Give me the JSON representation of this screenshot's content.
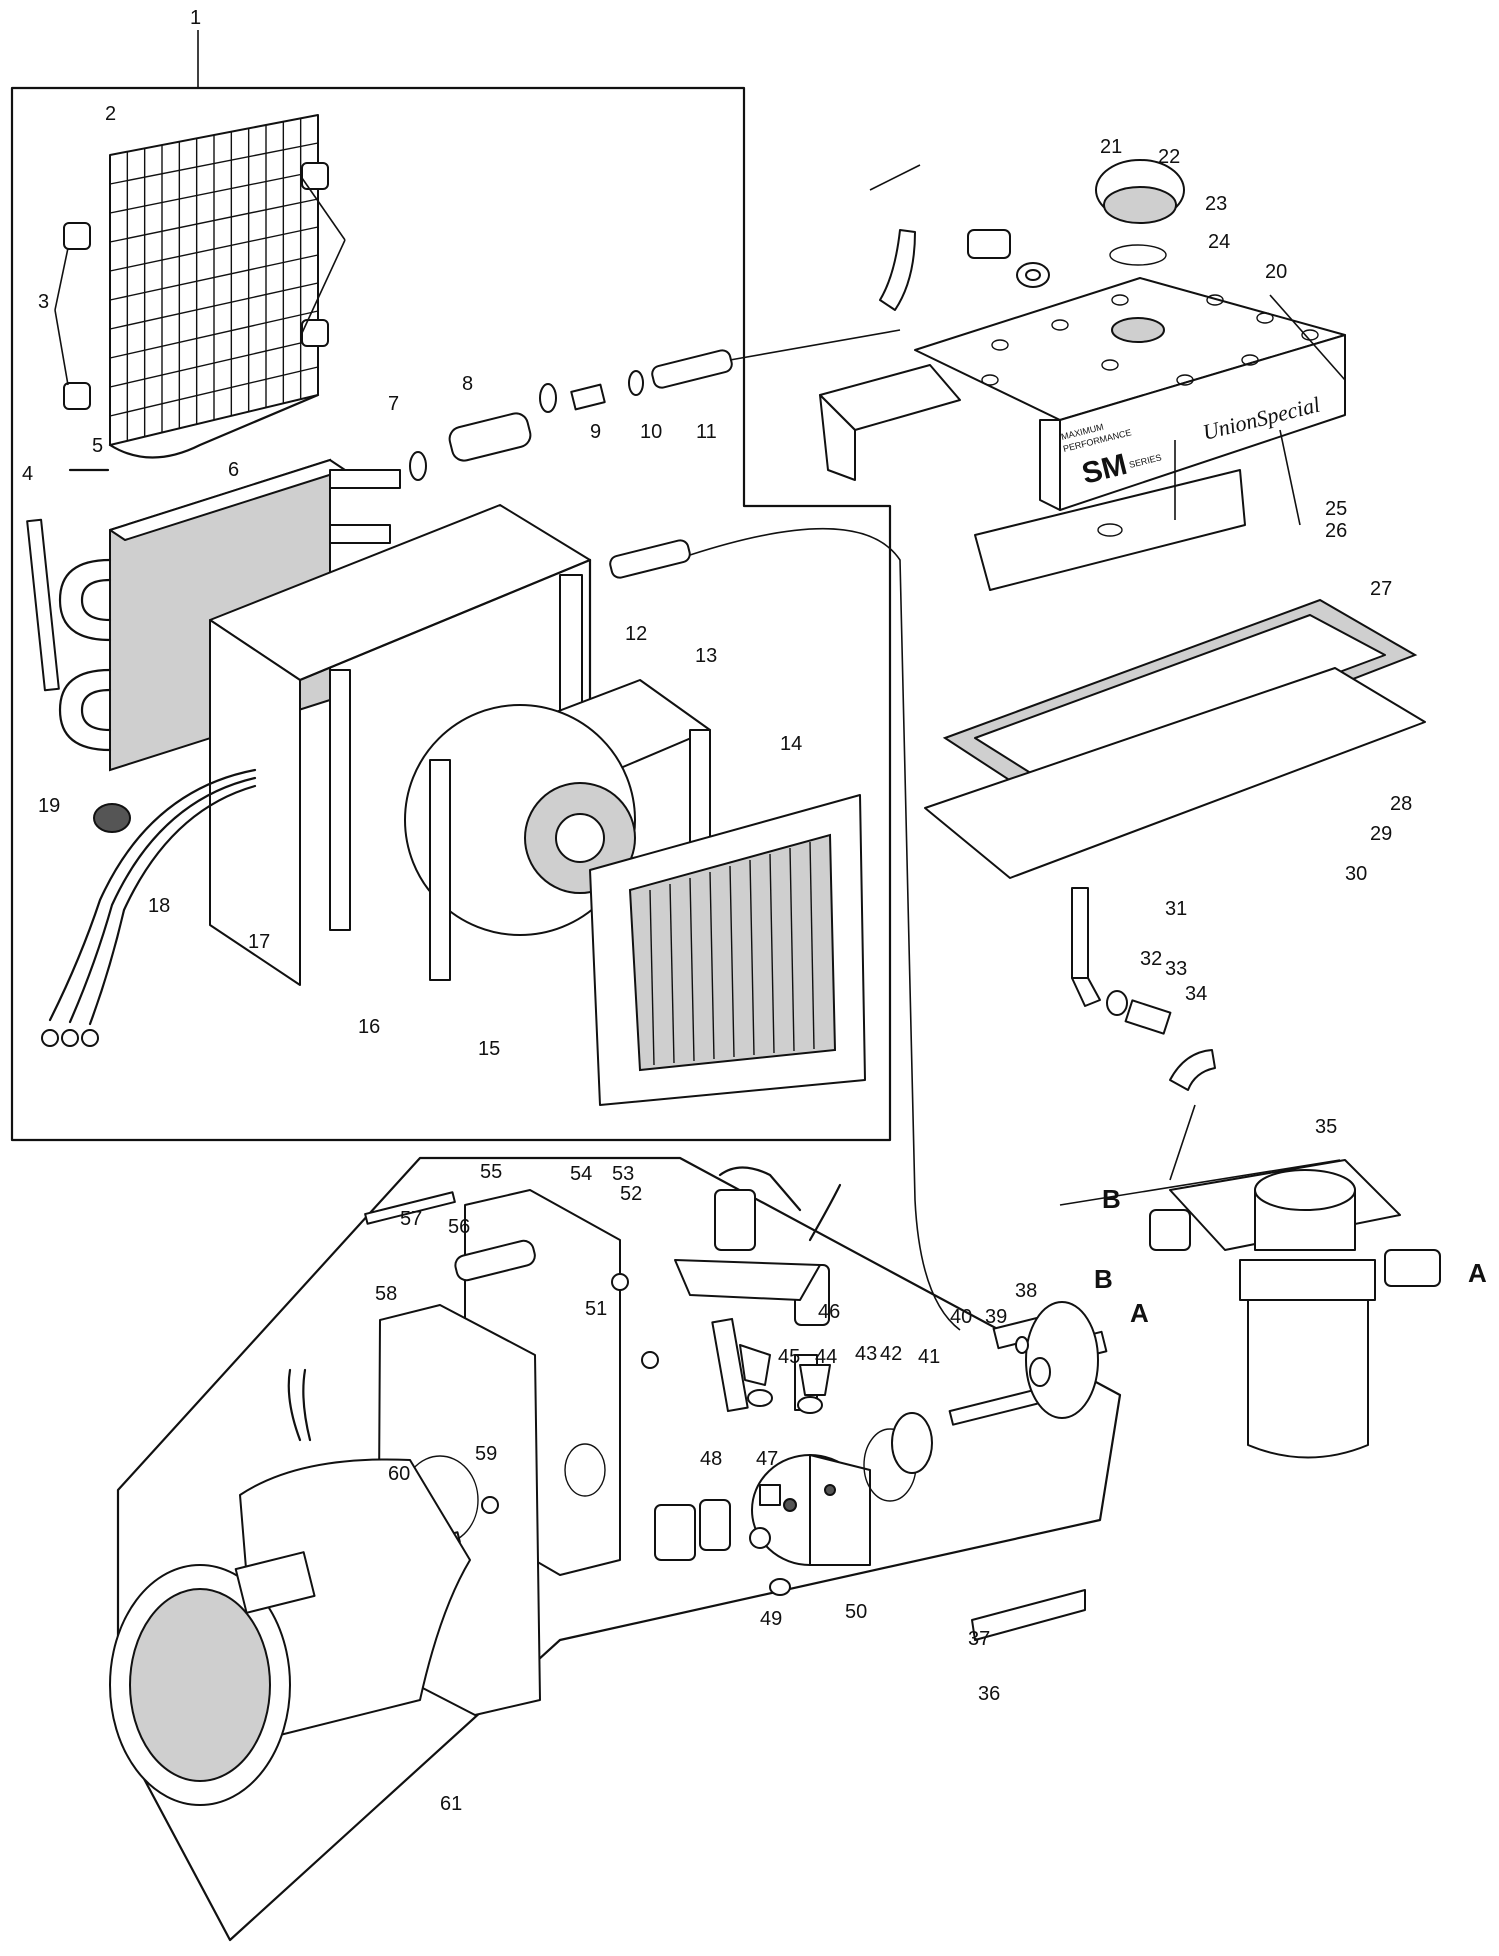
{
  "brand_text": "UnionSpecial",
  "nameplate_lines": [
    "MAXIMUM",
    "PERFORMANCE"
  ],
  "nameplate_series": "SM",
  "nameplate_series_word": "SERIES",
  "connection_letters": {
    "a": "A",
    "b": "B"
  },
  "callout_numbers": [
    "1",
    "2",
    "3",
    "4",
    "5",
    "6",
    "7",
    "8",
    "9",
    "10",
    "11",
    "12",
    "13",
    "14",
    "15",
    "16",
    "17",
    "18",
    "19",
    "20",
    "21",
    "22",
    "23",
    "24",
    "25",
    "26",
    "27",
    "28",
    "29",
    "30",
    "31",
    "32",
    "33",
    "34",
    "35",
    "36",
    "37",
    "38",
    "39",
    "40",
    "41",
    "42",
    "43",
    "44",
    "45",
    "46",
    "47",
    "48",
    "49",
    "50",
    "51",
    "52",
    "53",
    "54",
    "55",
    "56",
    "57",
    "58",
    "59",
    "60",
    "61"
  ]
}
